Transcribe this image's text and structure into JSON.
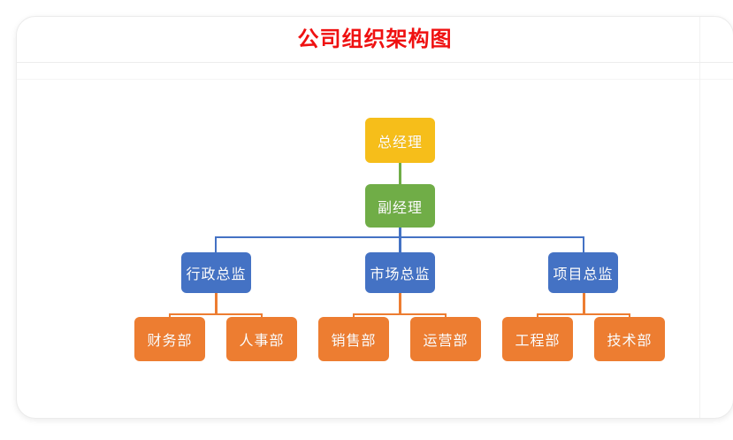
{
  "document": {
    "title": "公司组织架构图",
    "title_color": "#ef1111"
  },
  "palette": {
    "level0": "#F6BE1A",
    "level1": "#70AD47",
    "level2": "#4472C4",
    "level3": "#ED7D31",
    "connector_blue": "#4472C4",
    "connector_orange": "#ED7D31",
    "card_background": "#ffffff",
    "card_border": "#ebebeb"
  },
  "chart_data": {
    "type": "diagram",
    "diagram_kind": "organizational-chart",
    "title": "公司组织架构图",
    "orientation": "top-down",
    "levels": 4,
    "nodes": [
      {
        "id": "gm",
        "label": "总经理",
        "level": 0,
        "color": "#F6BE1A",
        "parent": null
      },
      {
        "id": "dgm",
        "label": "副经理",
        "level": 1,
        "color": "#70AD47",
        "parent": "gm"
      },
      {
        "id": "admin",
        "label": "行政总监",
        "level": 2,
        "color": "#4472C4",
        "parent": "dgm"
      },
      {
        "id": "market",
        "label": "市场总监",
        "level": 2,
        "color": "#4472C4",
        "parent": "dgm"
      },
      {
        "id": "project",
        "label": "项目总监",
        "level": 2,
        "color": "#4472C4",
        "parent": "dgm"
      },
      {
        "id": "finance",
        "label": "财务部",
        "level": 3,
        "color": "#ED7D31",
        "parent": "admin"
      },
      {
        "id": "hr",
        "label": "人事部",
        "level": 3,
        "color": "#ED7D31",
        "parent": "admin"
      },
      {
        "id": "sales",
        "label": "销售部",
        "level": 3,
        "color": "#ED7D31",
        "parent": "market"
      },
      {
        "id": "operation",
        "label": "运营部",
        "level": 3,
        "color": "#ED7D31",
        "parent": "market"
      },
      {
        "id": "engineer",
        "label": "工程部",
        "level": 3,
        "color": "#ED7D31",
        "parent": "project"
      },
      {
        "id": "tech",
        "label": "技术部",
        "level": 3,
        "color": "#ED7D31",
        "parent": "project"
      }
    ],
    "edges": [
      {
        "from": "gm",
        "to": "dgm"
      },
      {
        "from": "dgm",
        "to": "admin"
      },
      {
        "from": "dgm",
        "to": "market"
      },
      {
        "from": "dgm",
        "to": "project"
      },
      {
        "from": "admin",
        "to": "finance"
      },
      {
        "from": "admin",
        "to": "hr"
      },
      {
        "from": "market",
        "to": "sales"
      },
      {
        "from": "market",
        "to": "operation"
      },
      {
        "from": "project",
        "to": "engineer"
      },
      {
        "from": "project",
        "to": "tech"
      }
    ]
  }
}
